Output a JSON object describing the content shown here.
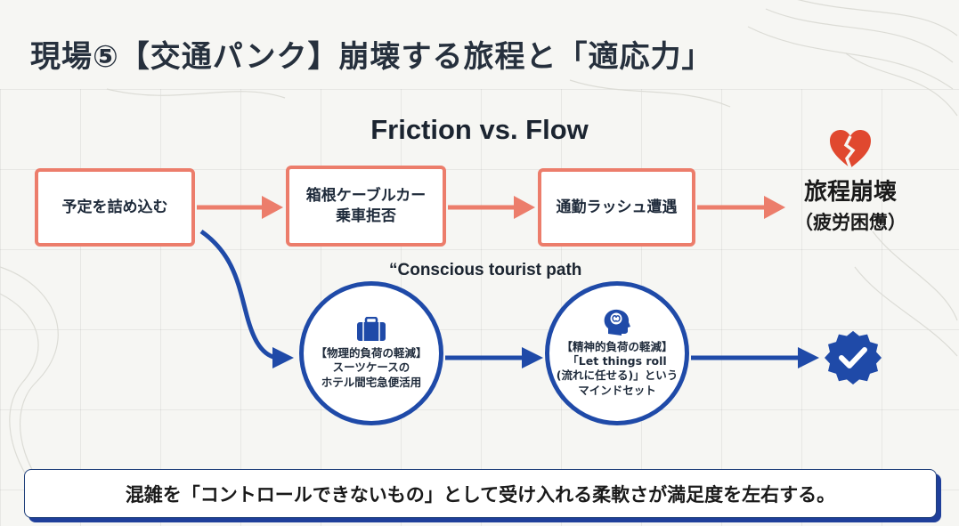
{
  "title": "現場⑤【交通パンク】崩壊する旅程と「適応力」",
  "subtitle": "Friction vs. Flow",
  "friction_path": {
    "steps": [
      {
        "label": "予定を詰め込む"
      },
      {
        "label": "箱根ケーブルカー\n乗車拒否"
      },
      {
        "label": "通勤ラッシュ遭遇"
      }
    ],
    "result": {
      "icon": "broken-heart-icon",
      "label": "旅程崩壊",
      "sublabel": "（疲労困憊）"
    },
    "color": "#ec7d6b"
  },
  "flow_path": {
    "label": "“Conscious tourist path",
    "steps": [
      {
        "icon": "suitcase-icon",
        "heading": "【物理的負荷の軽減】",
        "body": "スーツケースの\nホテル間宅急便活用"
      },
      {
        "icon": "brain-head-icon",
        "heading": "【精神的負荷の軽減】",
        "body": "「Let things roll\n(流れに任せる)」という\nマインドセット"
      }
    ],
    "result": {
      "icon": "check-badge-icon"
    },
    "color": "#1f4aa8"
  },
  "conclusion": "混雑を「コントロールできないもの」として受け入れる柔軟さが満足度を左右する。"
}
